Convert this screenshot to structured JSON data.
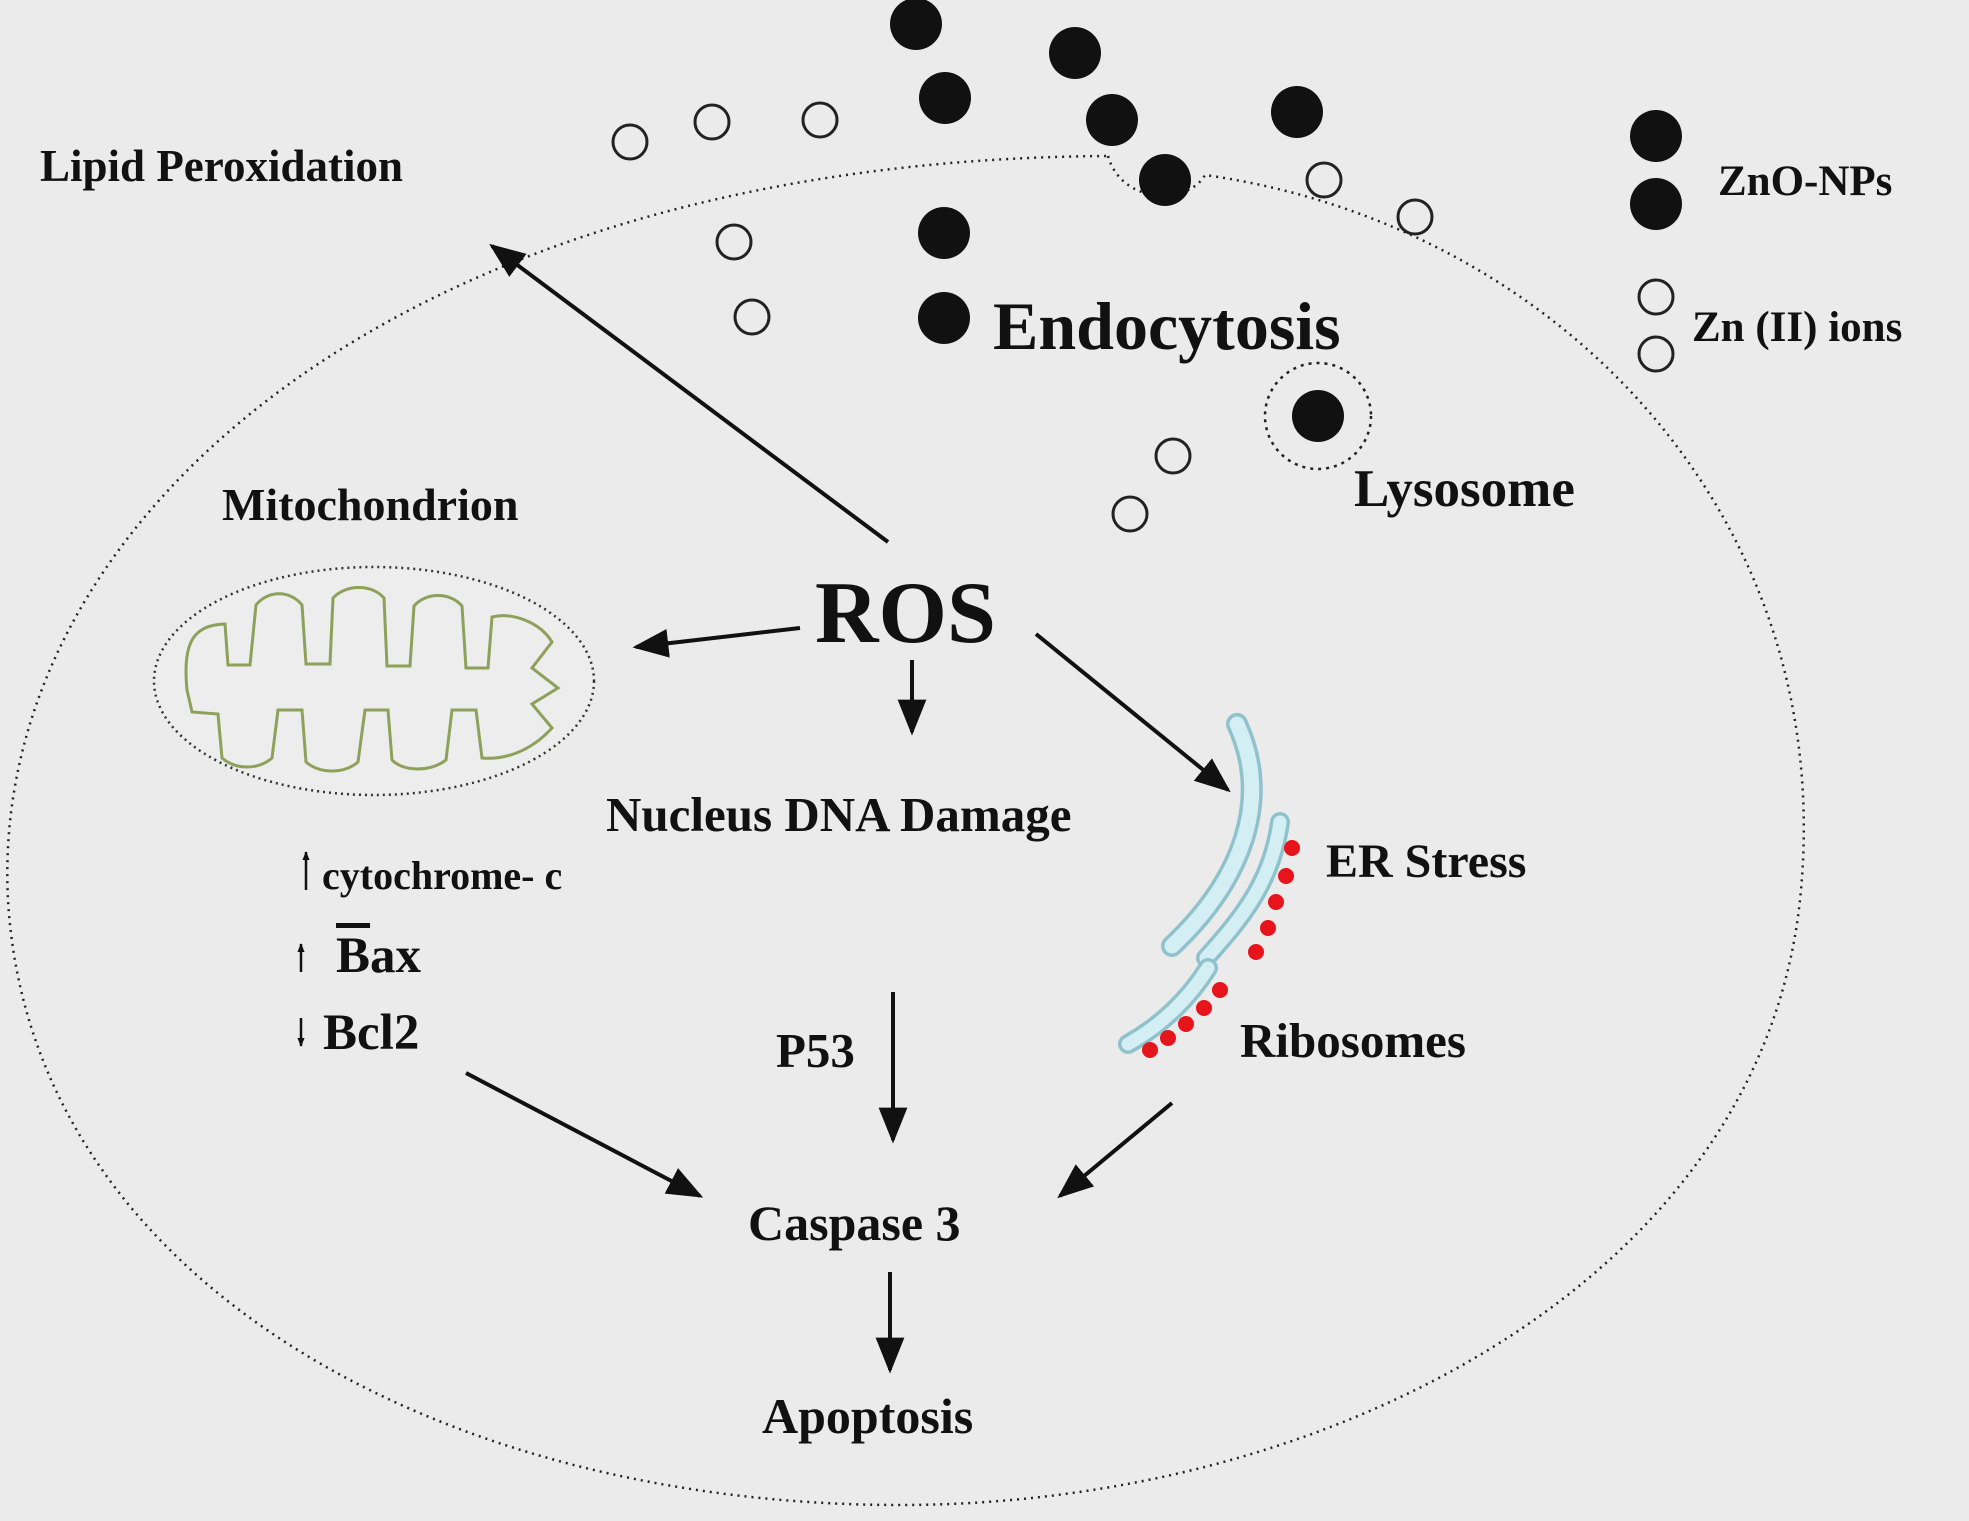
{
  "colors": {
    "background": "#ebebeb",
    "ink": "#111111",
    "er_fill": "#d3eff3",
    "er_stroke": "#8fc2cc",
    "ribosome": "#e8141c",
    "mito_inner": "#8ea05a"
  },
  "labels": {
    "lipid_peroxidation": "Lipid Peroxidation",
    "endocytosis": "Endocytosis",
    "lysosome": "Lysosome",
    "mitochondrion": "Mitochondrion",
    "ros": "ROS",
    "nucleus_dna_damage": "Nucleus DNA Damage",
    "er_stress": "ER Stress",
    "ribosomes": "Ribosomes",
    "cytochrome_c": "cytochrome- c",
    "bax_first": "B",
    "bax_rest": "ax",
    "bcl2": "Bcl2",
    "p53": "P53",
    "caspase_3": "Caspase 3",
    "apoptosis": "Apoptosis"
  },
  "markers": {
    "cytochrome_c": "↑",
    "bax": "↑",
    "bcl2": "↓"
  },
  "legend": {
    "nanoparticles": "ZnO-NPs",
    "ions": "Zn (II) ions"
  }
}
